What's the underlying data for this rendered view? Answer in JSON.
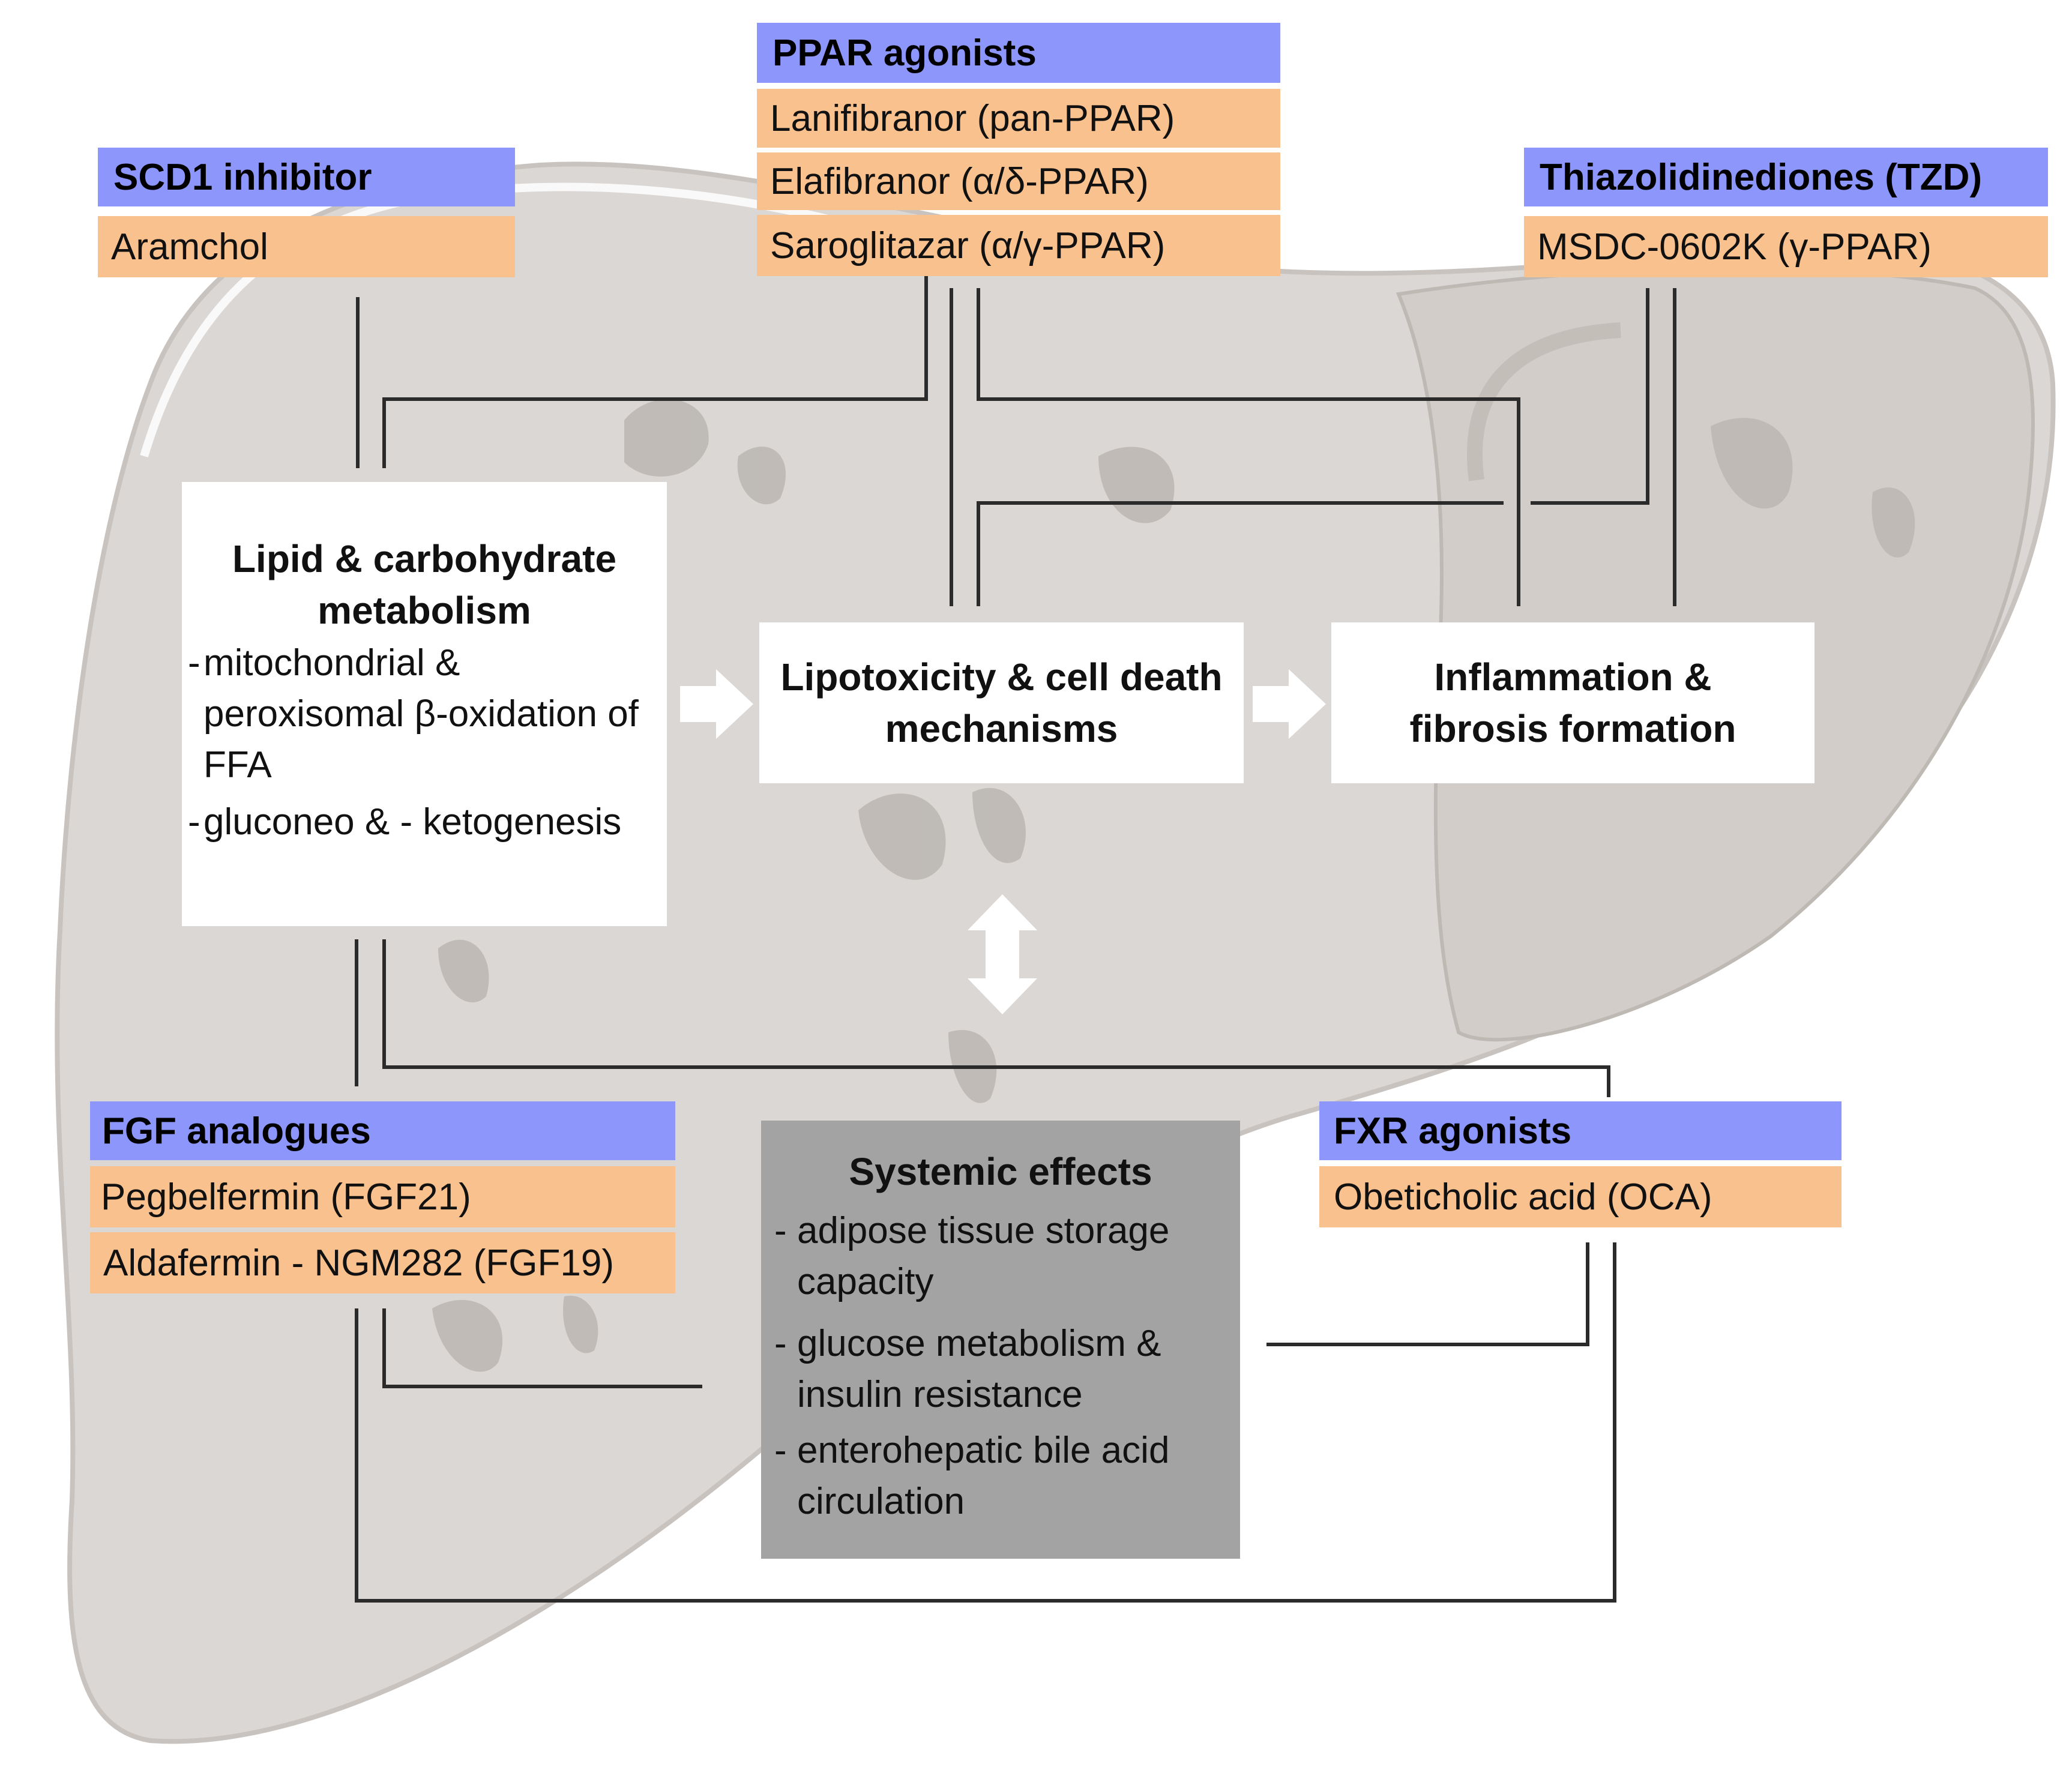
{
  "groups": {
    "ppar": {
      "header": "PPAR agonists",
      "items": [
        "Lanifibranor (pan-PPAR)",
        "Elafibranor (α/δ-PPAR)",
        "Saroglitazar (α/γ-PPAR)"
      ]
    },
    "scd1": {
      "header": "SCD1 inhibitor",
      "items": [
        "Aramchol"
      ]
    },
    "tzd": {
      "header": "Thiazolidinediones (TZD)",
      "items": [
        "MSDC-0602K (γ-PPAR)"
      ]
    },
    "fgf": {
      "header": "FGF analogues",
      "items": [
        "Pegbelfermin (FGF21)",
        "Aldafermin - NGM282 (FGF19)"
      ]
    },
    "fxr": {
      "header": "FXR agonists",
      "items": [
        "Obeticholic acid (OCA)"
      ]
    }
  },
  "processes": {
    "lipid": {
      "title": "Lipid & carbohydrate metabolism",
      "bullets": [
        {
          "marker": "-",
          "text": "mitochondrial & peroxisomal β-oxidation of FFA"
        },
        {
          "marker": "-",
          "text": "gluconeo & - ketogenesis"
        }
      ]
    },
    "lipotox": {
      "title": "Lipotoxicity & cell death mechanisms"
    },
    "inflam": {
      "title": "Inflammation & fibrosis formation"
    },
    "systemic": {
      "title": "Systemic effects",
      "bullets": [
        {
          "marker": "- ",
          "text": "adipose tissue storage capacity"
        },
        {
          "marker": "- ",
          "text": "glucose metabolism & insulin resistance"
        },
        {
          "marker": "- ",
          "text": "enterohepatic bile acid circulation"
        }
      ]
    }
  },
  "colors": {
    "header_fill": "#8c96fb",
    "drug_fill": "#f9c18d",
    "liver_fill": "#dbd7d4",
    "systemic_fill": "#a3a3a3",
    "connector_line": "#2b2b2b"
  }
}
